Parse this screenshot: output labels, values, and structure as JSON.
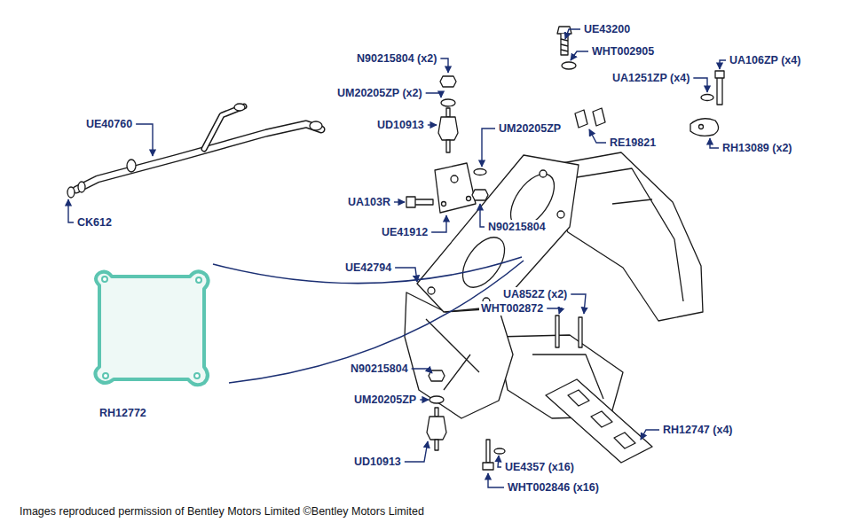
{
  "diagram": {
    "caption": "Images reproduced permission of Bentley Motors Limited ©Bentley Motors Limited",
    "labels": [
      "UE43200",
      "WHT002905",
      "N90215804 (x2)",
      "UA106ZP (x4)",
      "UA1251ZP (x4)",
      "UM20205ZP (x2)",
      "UE40760",
      "UD10913",
      "UM20205ZP",
      "RE19821",
      "RH13089 (x2)",
      "UA103R",
      "UE41912",
      "N90215804",
      "CK612",
      "UE42794",
      "UA852Z (x2)",
      "WHT002872",
      "N90215804",
      "UM20205ZP",
      "RH12772",
      "RH12747 (x4)",
      "UD10913",
      "UE4357 (x16)",
      "WHT002846 (x16)"
    ]
  }
}
